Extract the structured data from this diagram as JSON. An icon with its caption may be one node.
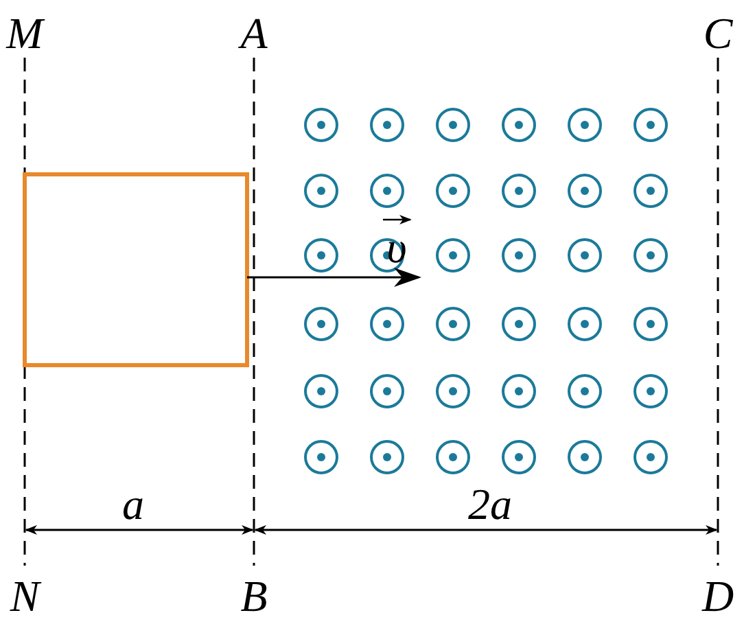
{
  "diagram": {
    "labels": [
      "M",
      "A",
      "C",
      "υ",
      "a",
      "2a",
      "N",
      "B",
      "D"
    ]
  }
}
